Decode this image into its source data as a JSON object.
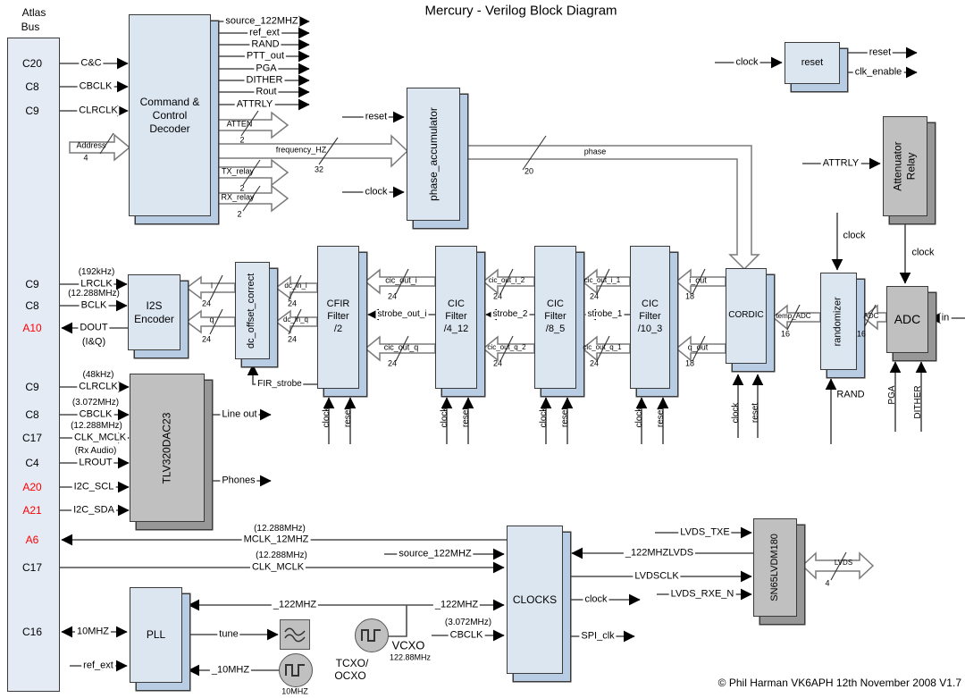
{
  "title": "Mercury  - Verilog Block Diagram",
  "copyright": "© Phil Harman VK6APH 12th November 2008 V1.7",
  "colors": {
    "block_fill": "#dce6f1",
    "block_side": "#b8cce4",
    "gray_fill": "#c0c0c0",
    "gray_side": "#979797",
    "pin_alt": "#ff0000",
    "wire": "#4d4d4d",
    "bus_outline": "#7a7a7a"
  },
  "atlas_bus": {
    "label_line1": "Atlas",
    "label_line2": "Bus",
    "pins": [
      {
        "label": "C20"
      },
      {
        "label": "C8"
      },
      {
        "label": "C9"
      },
      {
        "label": "C9"
      },
      {
        "label": "C8"
      },
      {
        "label": "A10"
      },
      {
        "label": "C9"
      },
      {
        "label": "C8"
      },
      {
        "label": "C17"
      },
      {
        "label": "C4"
      },
      {
        "label": "A20"
      },
      {
        "label": "A21"
      },
      {
        "label": "A6"
      },
      {
        "label": "C17"
      },
      {
        "label": "C16"
      }
    ]
  },
  "blocks": {
    "decoder_l1": "Command &",
    "decoder_l2": "Control",
    "decoder_l3": "Decoder",
    "phase_accumulator": "phase_accumulator",
    "reset": "reset",
    "attenuator_l1": "Attenuator",
    "attenuator_l2": "Relay",
    "i2s_l1": "I2S",
    "i2s_l2": "Encoder",
    "dc_offset": "dc_offset_correct",
    "cfir_l1": "CFIR",
    "cfir_l2": "Filter",
    "cfir_l3": "/2",
    "cic_l1": "CIC",
    "cic_l2": "Filter",
    "cic1_l3": "/4_12",
    "cic2_l3": "/8_5",
    "cic3_l3": "/10_3",
    "cordic": "CORDIC",
    "randomizer": "randomizer",
    "adc": "ADC",
    "tlv": "TLV320DAC23",
    "clocks": "CLOCKS",
    "sn65": "SN65LVDM180",
    "pll": "PLL",
    "vcxo": "VCXO",
    "vcxo_freq": "122.88MHz",
    "tcxo_l1": "TCXO/",
    "tcxo_l2": "OCXO",
    "osc10": "10MHZ"
  },
  "signals": {
    "cc": "C&C",
    "cbclk": "CBCLK",
    "clrclk": "CLRCLK",
    "address": "Address",
    "dec_out": [
      "source_122MHZ",
      "ref_ext",
      "RAND",
      "PTT_out",
      "PGA",
      "DITHER",
      "Rout",
      "ATTRLY"
    ],
    "atten": "ATTEN",
    "tx_relay": "TX_relay",
    "rx_relay": "RX_relay",
    "frequency_hz": "frequency_HZ",
    "reset": "reset",
    "clock": "clock",
    "phase": "phase",
    "clk_enable": "clk_enable",
    "attrly": "ATTRLY",
    "lrclk": "LRCLK",
    "f192": "(192kHz)",
    "bclk": "BCLK",
    "f12288": "(12.288MHz)",
    "dout": "DOUT",
    "iq": "(I&Q)",
    "i": "i",
    "q": "q",
    "dc_in_i": "dc_in_i",
    "dc_in_q": "dc_in_q",
    "fir_strobe": "FIR_strobe",
    "cic_out_i": "cic_out_i",
    "strobe_out_i": "strobe_out_i",
    "cic_out_q": "cic_out_q",
    "cic_out_i_2": "cic_out_i_2",
    "strobe_2": "strobe_2",
    "cic_out_q_2": "cic_out_q_2",
    "cic_out_i_1": "cic_out_i_1",
    "strobe_1": "strobe_1",
    "cic_out_q_1": "cic_out_q_1",
    "i_out": "i_out",
    "q_out": "q_out",
    "temp_adc": "temp_ADC",
    "adc": "ADC",
    "rand": "RAND",
    "pga": "PGA",
    "dither": "DITHER",
    "in": "in",
    "f48": "(48kHz)",
    "f3072": "(3.072MHz)",
    "clk_mclk": "CLK_MCLK",
    "rx_audio": "(Rx Audio)",
    "lrout": "LROUT",
    "i2c_scl": "I2C_SCL",
    "i2c_sda": "I2C_SDA",
    "line_out": "Line out",
    "phones": "Phones",
    "mclk_12mhz": "MCLK_12MHZ",
    "source_122mhz": "source_122MHZ",
    "m122mhz": "_122MHZ",
    "lvds_txe": "LVDS_TXE",
    "m122mhzlvds": "_122MHZLVDS",
    "lvdsclk": "LVDSCLK",
    "lvds_rxe_n": "LVDS_RXE_N",
    "lvds": "LVDS",
    "spi_clk": "SPI_clk",
    "mhz10": "10MHZ",
    "ref_ext": "ref_ext",
    "tune": "tune",
    "m10mhz": "_10MHZ"
  },
  "widths": {
    "w2": "2",
    "w4": "4",
    "w16": "16",
    "w18": "18",
    "w20": "20",
    "w24": "24",
    "w32": "32"
  }
}
